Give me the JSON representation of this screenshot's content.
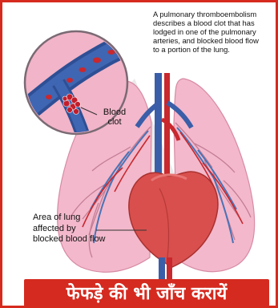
{
  "caption": {
    "lines": [
      "A pulmonary thromboembolism",
      "describes a blood clot that has",
      "lodged in one of the pulmonary",
      "arteries, and blocked blood flow",
      "to a portion of the lung."
    ]
  },
  "labels": {
    "blood_clot": [
      "Blood",
      "clot"
    ],
    "area_of_lung": [
      "Area of lung",
      "affected by",
      "blocked blood flow"
    ]
  },
  "banner": {
    "text": "फेफड़े की भी जाँच करायें"
  },
  "colors": {
    "frame": "#d62a1e",
    "banner": "#d52a1f",
    "lung": "#f3b8cb",
    "heart": "#d94f4d",
    "artery_blue": "#3a5ea8",
    "artery_red": "#c8282e",
    "clot": "#c21e2b"
  }
}
